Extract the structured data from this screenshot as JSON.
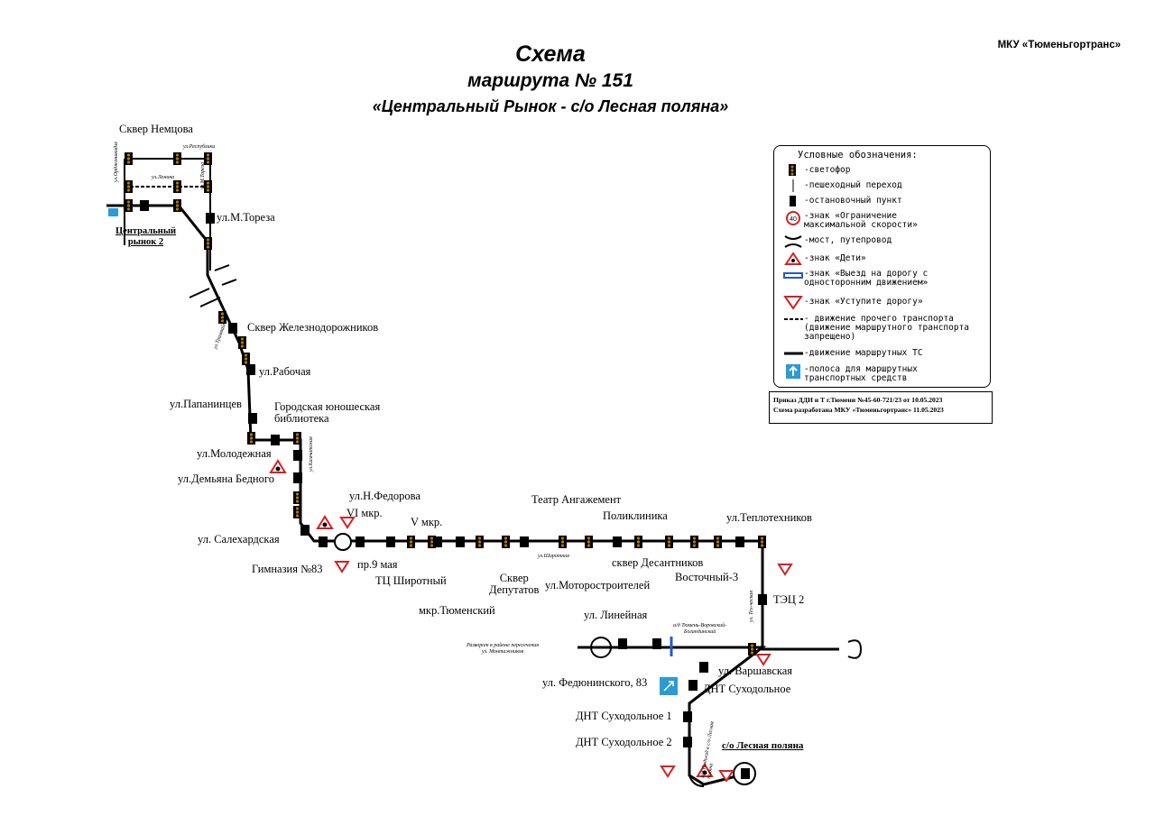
{
  "header": {
    "title": "Схема",
    "subtitle": "маршрута № 151",
    "route_name": "«Центральный Рынок - с/о Лесная поляна»",
    "organization": "МКУ «Тюменьгортранс»"
  },
  "legend": {
    "title": "Условные обозначения:",
    "items": [
      {
        "icon": "traffic-light-icon",
        "text": "-светофор"
      },
      {
        "icon": "crosswalk-icon",
        "text": "-пешеходный переход"
      },
      {
        "icon": "bus-stop-icon",
        "text": "-остановочный пункт"
      },
      {
        "icon": "speed-limit-icon",
        "text": "-знак «Ограничение\nмаксимальной скорости»",
        "value": "40"
      },
      {
        "icon": "bridge-icon",
        "text": "-мост, путепровод"
      },
      {
        "icon": "children-sign-icon",
        "text": "-знак «Дети»"
      },
      {
        "icon": "one-way-exit-icon",
        "text": "-знак «Выезд на дорогу с\nодносторонним движением»"
      },
      {
        "icon": "yield-sign-icon",
        "text": "-знак «Уступите дорогу»"
      },
      {
        "icon": "dashed-line-icon",
        "text": "- движение прочего транспорта\n(движение маршрутного транспорта\nзапрещено)"
      },
      {
        "icon": "route-line-icon",
        "text": "-движение маршрутных ТС"
      },
      {
        "icon": "bus-lane-icon",
        "text": "-полоса для маршрутных\nтранспортных средств"
      }
    ]
  },
  "order": {
    "line1": "Приказ ДДИ и Т г.Тюмени №45-60-721/23 от 10.05.2023",
    "line2": "Схема разработана МКУ «Тюменьгортранс» 11.05.2023"
  },
  "stops": {
    "skver_nemtsova": "Сквер Немцова",
    "tsentr_rynok": "Центральный\nрынок 2",
    "m_toreza": "ул.М.Тореза",
    "skver_zhd": "Сквер Железнодорожников",
    "rabochaya": "ул.Рабочая",
    "papanintsev": "ул.Папанинцев",
    "biblioteka": "Городская юношеская\nбиблиотека",
    "molodezhnaya": "ул.Молодежная",
    "demyana": "ул.Демьяна Бедного",
    "salekhardskaya": "ул. Салехардская",
    "gimnaziya": "Гимназия №83",
    "fedorova": "ул.Н.Федорова",
    "vi_mkr": "VI мкр.",
    "pr9maya": "пр.9 мая",
    "v_mkr": "V мкр.",
    "tts_shirotny": "ТЦ Широтный",
    "mkr_tyumensky": "мкр.Тюменский",
    "skver_deputatov": "Сквер\nДепутатов",
    "teatr": "Театр Ангажемент",
    "motorostroiteley": "ул.Моторостроителей",
    "poliklinika": "Поликлиника",
    "skver_desantnikov": "сквер Десантников",
    "vostochny3": "Восточный-3",
    "teplotekhnikov": "ул.Теплотехников",
    "tets2": "ТЭЦ 2",
    "lineynaya": "ул. Линейная",
    "fedyuninskogo": "ул. Федюнинского, 83",
    "varshavskaya": "ул. Варшавская",
    "dnt_sukhodolnoe": "ДНТ Суходольное",
    "dnt_sukhodolnoe1": "ДНТ Суходольное 1",
    "dnt_sukhodolnoe2": "ДНТ Суходольное 2",
    "lesnaya_polyana": "с/о Лесная поляна"
  },
  "streets": {
    "respubliki": "ул.Республики",
    "lenina": "ул.Ленина",
    "m_toreza_v": "ул.М.Тореза",
    "ordzhonikidze": "ул.Орджоникидзе",
    "tramvaynaya": "ул.Трамвайная",
    "shirotnaya": "ул.Широтная",
    "kamchatskaya": "ул.Камчатская",
    "tekhnicheskaya": "ул. Тех-ческая",
    "trakt": "а/д Тюмень-Воровский-\nБогандинский",
    "razvorot": "Разворот в районе пересечения\nул. Монтажников",
    "podyezd": "а/д Подъезд к с/о Лесная\nполяна"
  },
  "colors": {
    "accent_red": "#d62020",
    "lane_blue": "#2a9bd8",
    "oneway_blue": "#2559c7"
  }
}
